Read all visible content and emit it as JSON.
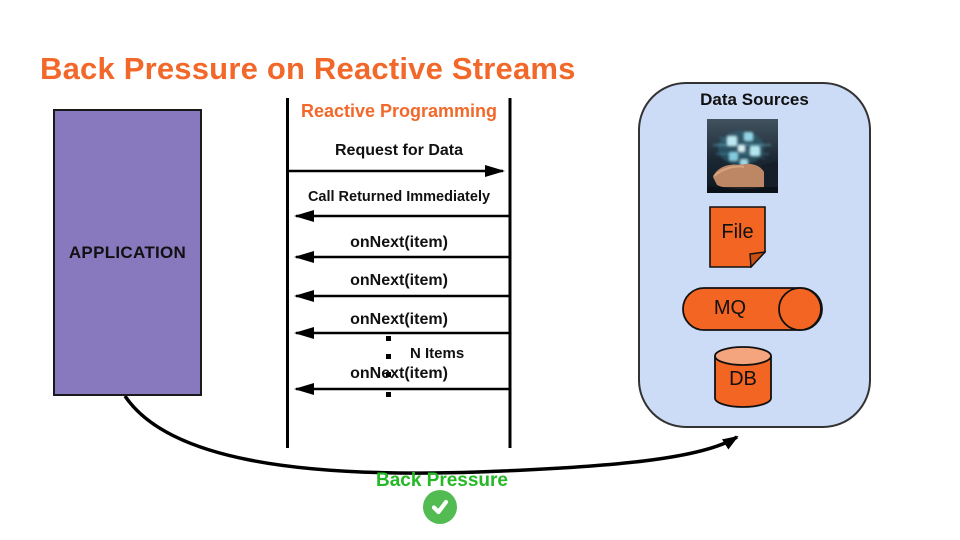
{
  "title": "Back Pressure on Reactive Streams",
  "application": {
    "label": "APPLICATION"
  },
  "sequence": {
    "heading": "Reactive Programming",
    "messages": [
      {
        "label": "Request for Data",
        "direction": "right"
      },
      {
        "label": "Call Returned Immediately",
        "direction": "left"
      },
      {
        "label": "onNext(item)",
        "direction": "left"
      },
      {
        "label": "onNext(item)",
        "direction": "left"
      },
      {
        "label": "onNext(item)",
        "direction": "left"
      },
      {
        "label": "onNext(item)",
        "direction": "left"
      }
    ],
    "ellipsis_label": "N Items"
  },
  "data_sources": {
    "title": "Data Sources",
    "image": "iot-data-hand-photo",
    "items": [
      {
        "label": "File",
        "shape": "note"
      },
      {
        "label": "MQ",
        "shape": "horizontal-cylinder"
      },
      {
        "label": "DB",
        "shape": "database-cylinder"
      }
    ]
  },
  "back_pressure": {
    "label": "Back Pressure",
    "icon": "check-circle-icon"
  },
  "colors": {
    "title_orange": "#f2682a",
    "shape_orange": "#f26522",
    "application_purple": "#8878be",
    "data_sources_blue": "#ccdcf7",
    "green_label": "#26b826",
    "check_circle_green": "#52bb52"
  }
}
